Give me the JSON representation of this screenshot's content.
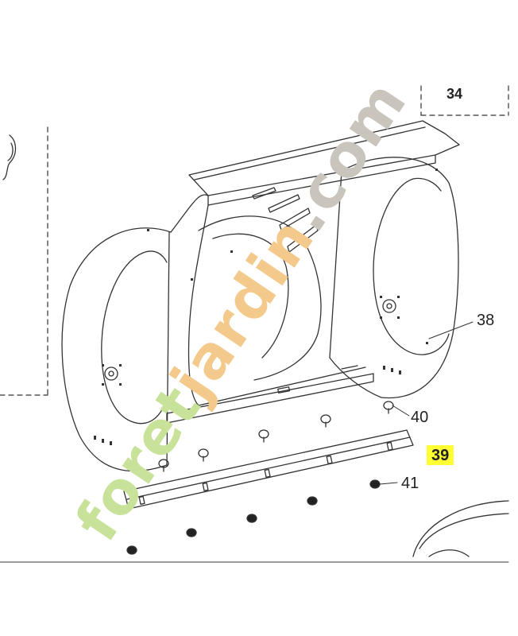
{
  "diagram": {
    "callouts": [
      {
        "id": "38",
        "label": "38",
        "highlighted": false
      },
      {
        "id": "40",
        "label": "40",
        "highlighted": false
      },
      {
        "id": "39",
        "label": "39",
        "highlighted": true
      },
      {
        "id": "41",
        "label": "41",
        "highlighted": false
      }
    ],
    "partial_reference": "34",
    "colors": {
      "line": "#333333",
      "highlight": "#ffff33",
      "watermark_green": "#c8e29a",
      "watermark_orange": "#f4c98c",
      "watermark_grey": "#c9c5bd"
    }
  },
  "watermark": {
    "text_part1": "foret",
    "text_part2": "jardin",
    "text_part3": ".com"
  }
}
